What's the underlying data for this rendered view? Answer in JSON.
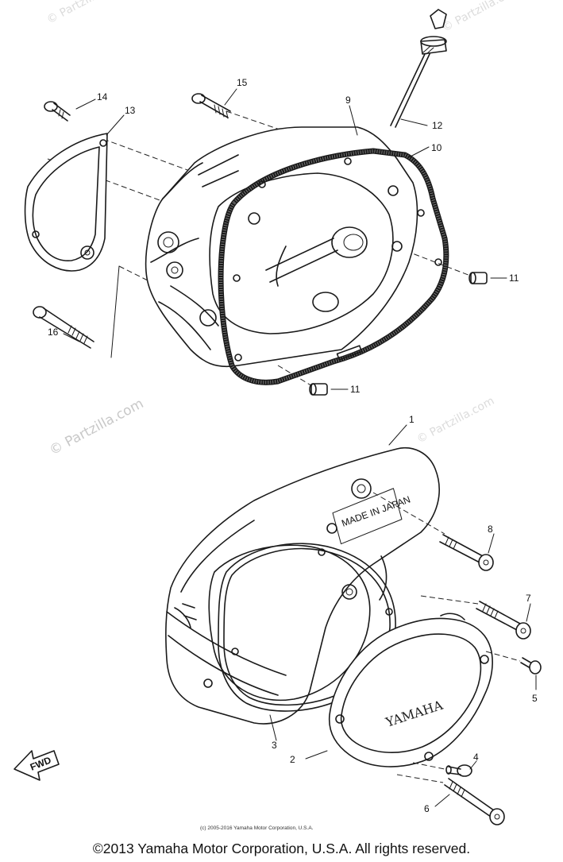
{
  "watermarks": {
    "top_right": "© Partzilla.com",
    "top_left": "© Partzilla.com",
    "middle_left_line1": "© Partzilla.com",
    "middle_right": "© Partzilla.com"
  },
  "cover_logo": "YAMAHA",
  "cover_stamp": "MADE IN JAPAN",
  "fwd_arrow_label": "FWD",
  "callouts": {
    "c1": "1",
    "c2": "2",
    "c3": "3",
    "c4": "4",
    "c5": "5",
    "c6": "6",
    "c7": "7",
    "c8": "8",
    "c9": "9",
    "c10": "10",
    "c11a": "11",
    "c11b": "11",
    "c12": "12",
    "c13": "13",
    "c14": "14",
    "c15": "15",
    "c16": "16"
  },
  "small_copyright": "(c) 2005-2016 Yamaha Motor Corporation, U.S.A.",
  "footer_copyright": "©2013 Yamaha Motor Corporation, U.S.A. All rights reserved."
}
